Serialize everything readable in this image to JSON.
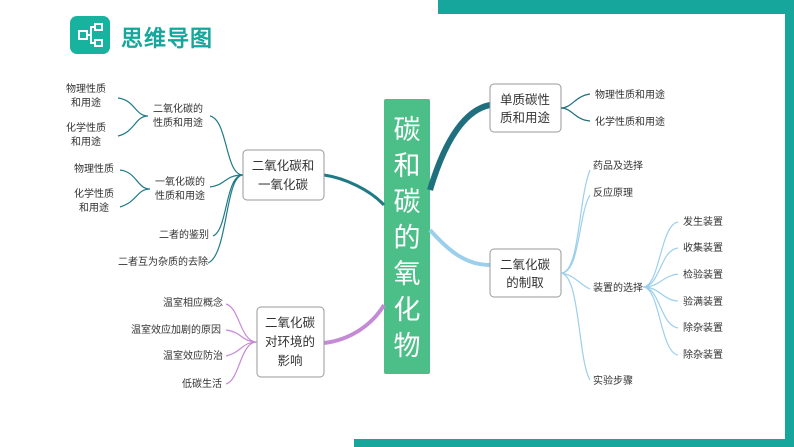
{
  "header": {
    "title": "思维导图",
    "icon": "mind-map-icon"
  },
  "center": {
    "chars": [
      "碳",
      "和",
      "碳",
      "的",
      "氧",
      "化",
      "物"
    ],
    "color": "#4cbf88"
  },
  "left": {
    "co2_co": {
      "label": [
        "二氧化碳和",
        "一氧化碳"
      ],
      "children": [
        {
          "label": [
            "二氧化碳的",
            "性质和用途"
          ],
          "children": [
            [
              "物理性质",
              "和用途"
            ],
            [
              "化学性质",
              "和用途"
            ]
          ]
        },
        {
          "label": [
            "一氧化碳的",
            "性质和用途"
          ],
          "children": [
            [
              "物理性质"
            ],
            [
              "化学性质",
              "和用途"
            ]
          ]
        },
        {
          "label": [
            "二者的鉴别"
          ]
        },
        {
          "label": [
            "二者互为杂质的去除"
          ]
        }
      ]
    },
    "environment": {
      "label": [
        "二氧化碳",
        "对环境的",
        "影响"
      ],
      "children": [
        "温室相应概念",
        "温室效应加剧的原因",
        "温室效应防治",
        "低碳生活"
      ]
    }
  },
  "right": {
    "carbon": {
      "label": [
        "单质碳性",
        "质和用途"
      ],
      "children": [
        "物理性质和用途",
        "化学性质和用途"
      ]
    },
    "preparation": {
      "label": [
        "二氧化碳",
        "的制取"
      ],
      "children": [
        "药品及选择",
        "反应原理",
        "装置的选择",
        "实验步骤"
      ],
      "apparatus": [
        "发生装置",
        "收集装置",
        "检验装置",
        "验满装置",
        "除杂装置",
        "除杂装置"
      ]
    }
  },
  "colors": {
    "frame": "#17a69b",
    "teal_branch": "#1f7a86",
    "blue_branch": "#8ec9ea",
    "purple_branch": "#c58ad6",
    "center_box": "#4cbf88"
  }
}
